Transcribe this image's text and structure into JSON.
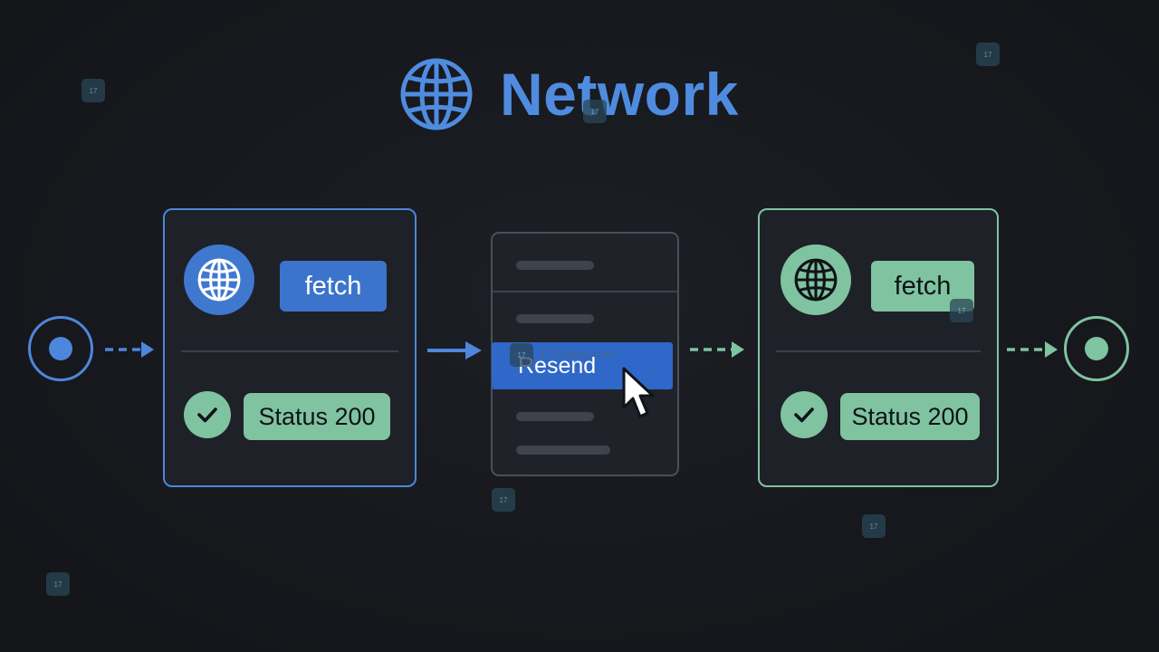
{
  "title": {
    "text": "Network",
    "icon": "globe-icon",
    "color": "#4f8ce0"
  },
  "flow": {
    "start_node": {
      "icon": "filled-circle-icon",
      "color": "#4d86dc"
    },
    "end_node": {
      "icon": "filled-circle-icon",
      "color": "#7fc3a0"
    },
    "original_request": {
      "icon": "globe-icon",
      "method": "fetch",
      "status_icon": "check-icon",
      "status": "Status 200",
      "accent": "#4d86dc"
    },
    "context_menu": {
      "highlighted_item": "Resend",
      "highlight_color": "#2f68c8",
      "pointer": "mouse-pointer-icon"
    },
    "resent_request": {
      "icon": "globe-icon",
      "method": "fetch",
      "status_icon": "check-icon",
      "status": "Status 200",
      "accent": "#7fc3a0"
    }
  },
  "watermark": {
    "text": "17Golang.com",
    "icon": "site-logo-icon"
  }
}
